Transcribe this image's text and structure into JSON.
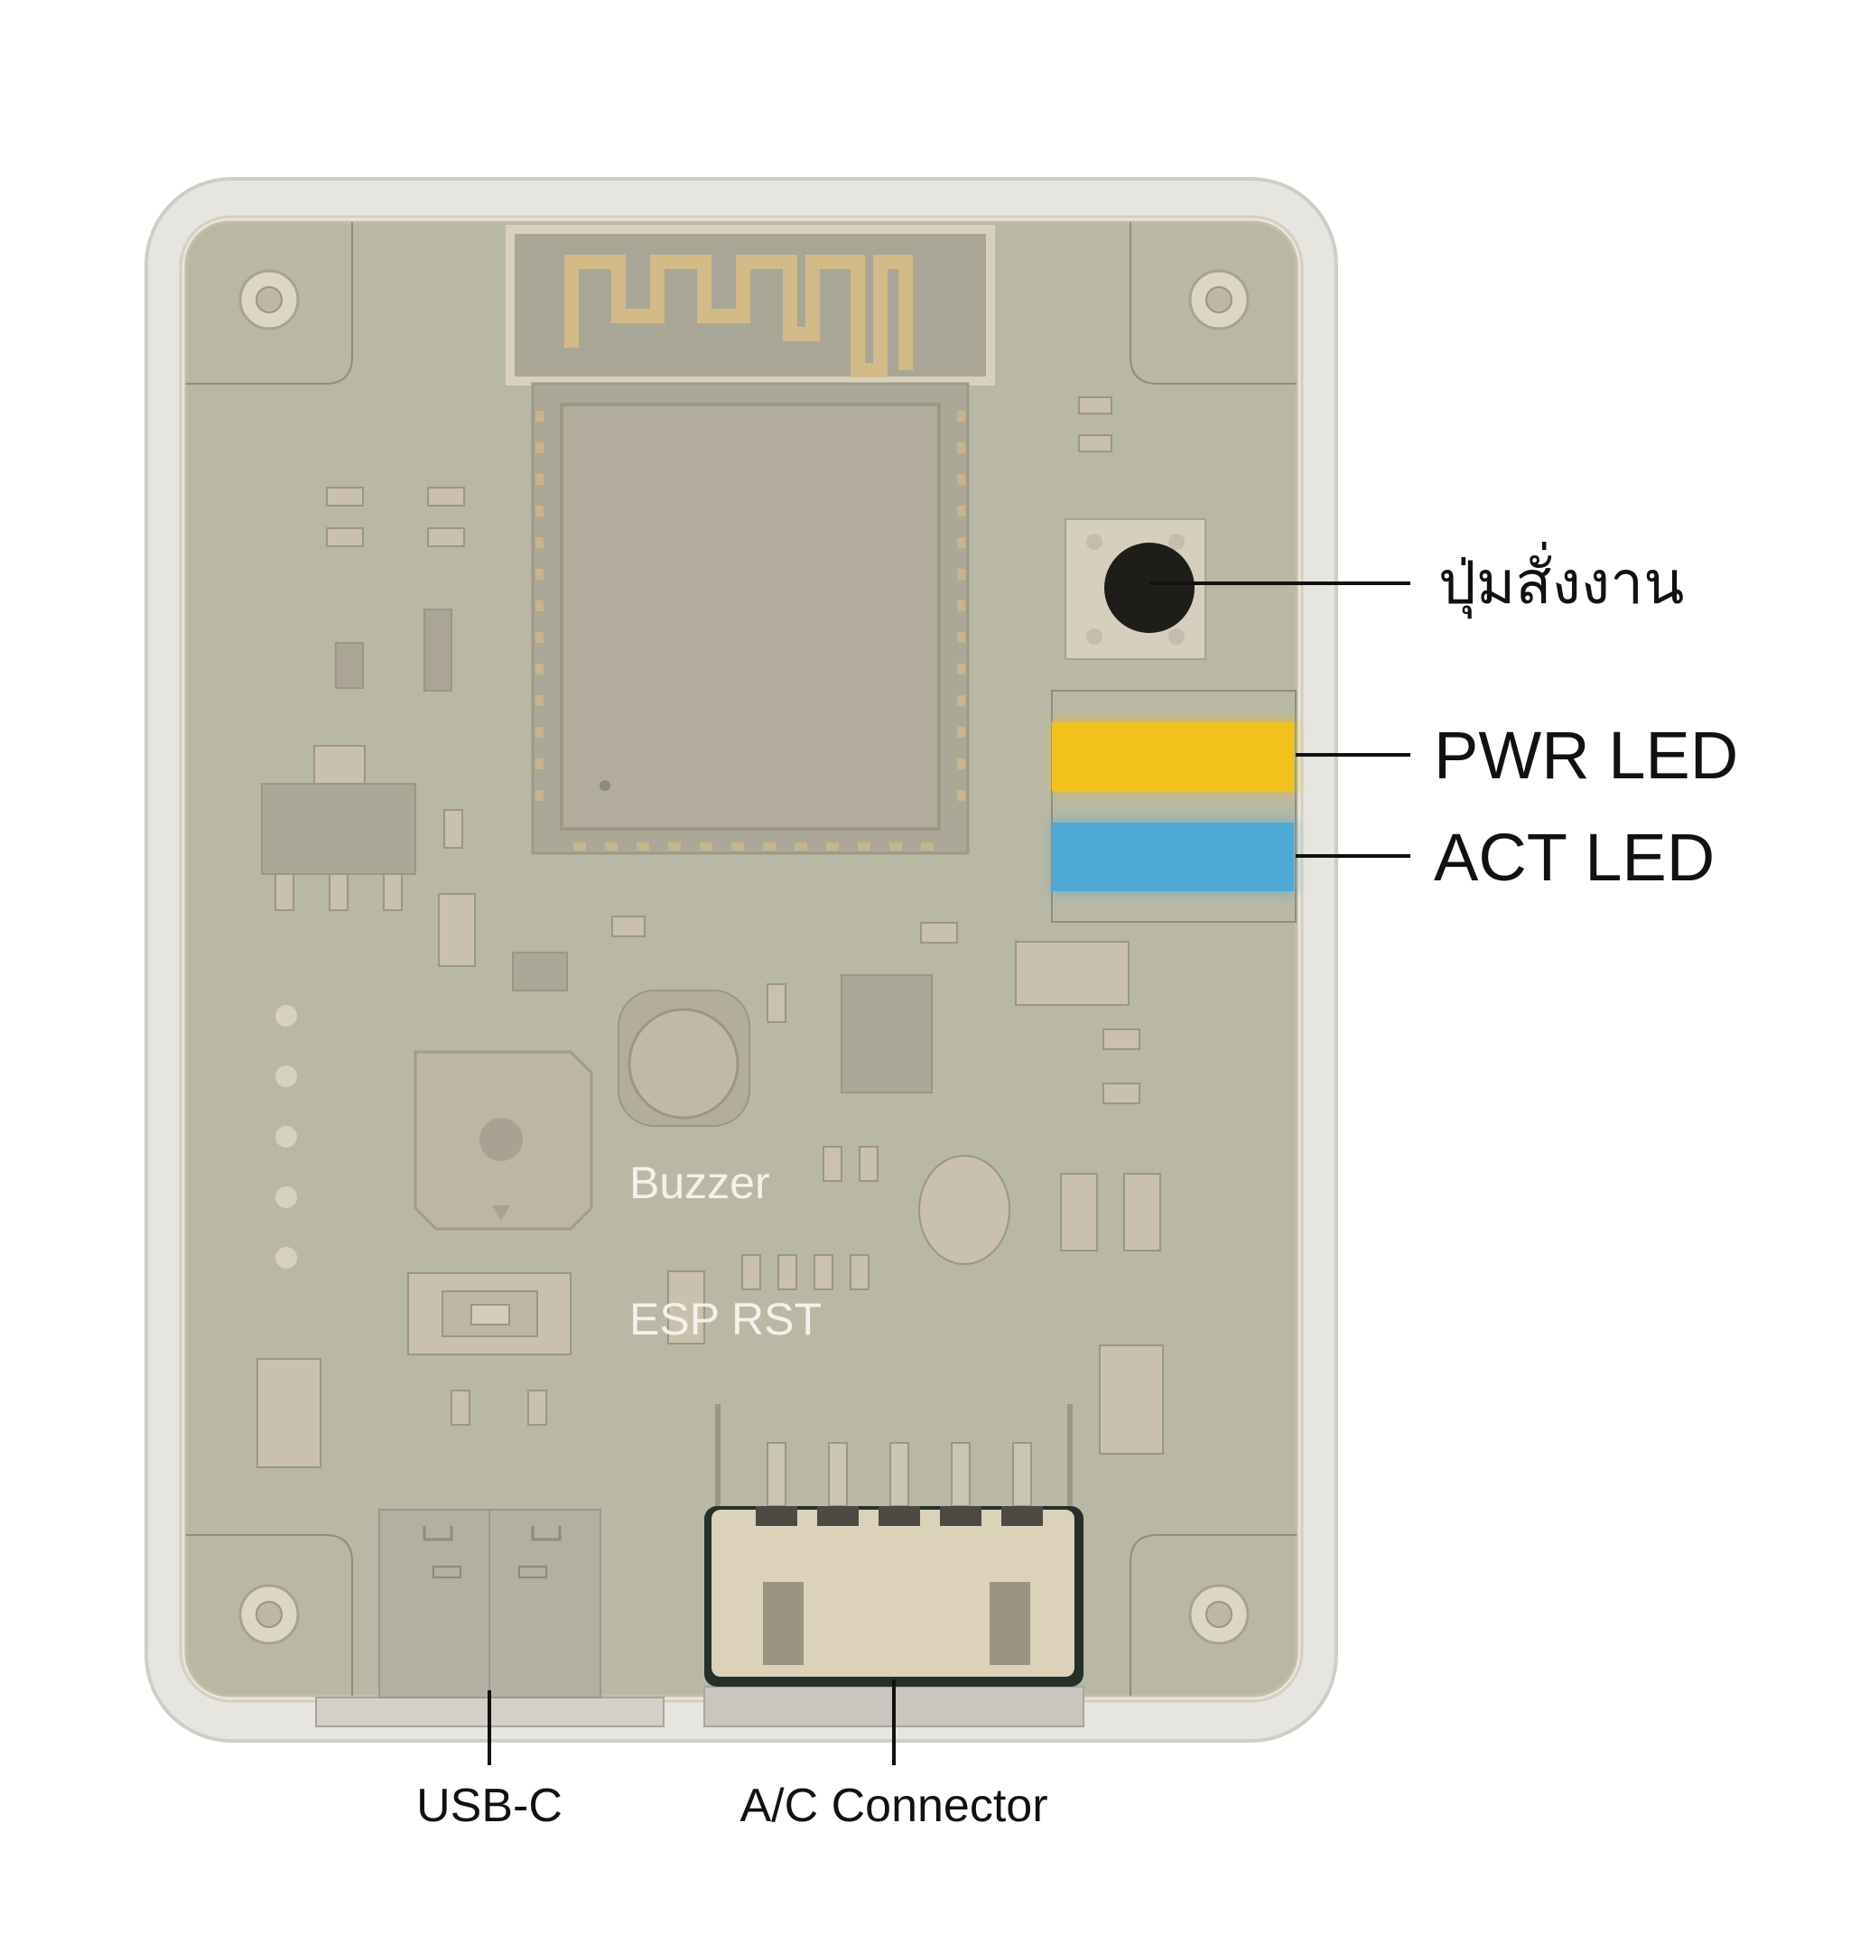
{
  "callouts": {
    "button": "ปุ่มสั่งงาน",
    "pwr_led": "PWR LED",
    "act_led": "ACT LED",
    "usb_c": "USB-C",
    "ac_connector": "A/C Connector"
  },
  "board_labels": {
    "buzzer": "Buzzer",
    "esp_rst": "ESP RST"
  },
  "colors": {
    "pwr_led": "#f2c21c",
    "act_led": "#4ea9d6",
    "button_cap": "#1e1d1a",
    "pcb": "#b8b8a5"
  },
  "icons": {
    "button": "tactile-button-icon",
    "pwr_led": "yellow-led-icon",
    "act_led": "blue-led-icon"
  }
}
